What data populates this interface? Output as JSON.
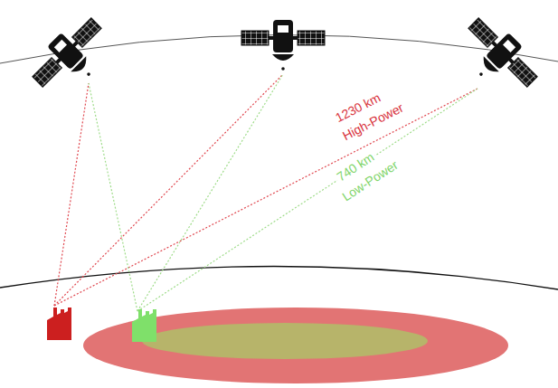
{
  "diagram": {
    "labels": [
      "1230 km",
      "High-Power",
      "740 km",
      "Low-Power"
    ]
  }
}
